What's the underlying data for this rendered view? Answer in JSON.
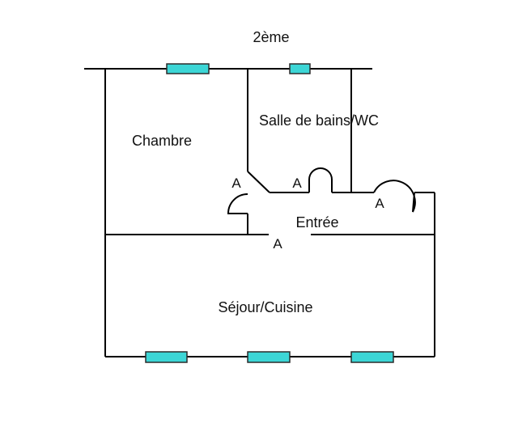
{
  "plan": {
    "floor_label": "2ème",
    "rooms": {
      "chambre": "Chambre",
      "salle_de_bains": "Salle de bains/WC",
      "entree": "Entrée",
      "sejour": "Séjour/Cuisine"
    },
    "door_marker": "A",
    "colors": {
      "walls": "#000000",
      "windows": "#3cd6d6",
      "background": "#ffffff"
    }
  }
}
